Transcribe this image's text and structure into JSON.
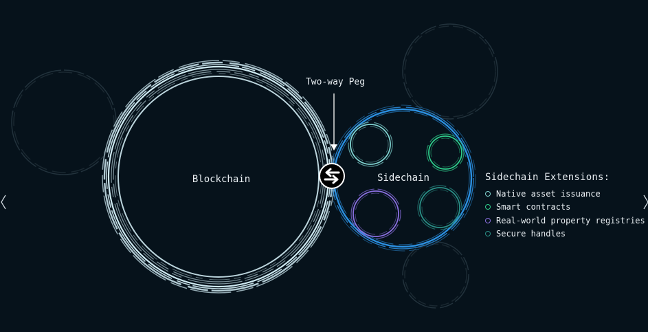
{
  "diagram": {
    "blockchain_label": "Blockchain",
    "sidechain_label": "Sidechain",
    "peg_label": "Two-way Peg"
  },
  "legend": {
    "title": "Sidechain Extensions:",
    "items": [
      {
        "label": "Native asset issuance",
        "color": "#7fd1cf"
      },
      {
        "label": "Smart contracts",
        "color": "#2ecc8a"
      },
      {
        "label": "Real-world property registries",
        "color": "#8a6fe0"
      },
      {
        "label": "Secure handles",
        "color": "#2a8f86"
      }
    ]
  },
  "colors": {
    "background": "#06121b",
    "blockchain_ring": "#cfeaf2",
    "sidechain_ring": "#2b8fe0",
    "faint_ring": "#2a3a44"
  },
  "icons": {
    "peg": "swap-arrows-icon",
    "nav_left": "chevron-left-icon",
    "nav_right": "chevron-right-icon"
  }
}
